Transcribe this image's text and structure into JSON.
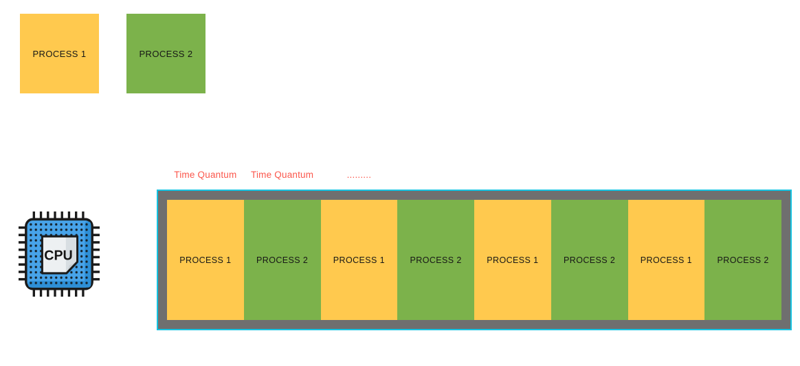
{
  "legend": {
    "process1_label": "PROCESS 1",
    "process2_label": "PROCESS 2"
  },
  "cpu": {
    "label": "CPU"
  },
  "timeline": {
    "quantum_labels": [
      "Time Quantum",
      "Time Quantum",
      "........."
    ],
    "segments": [
      {
        "label": "PROCESS 1",
        "process": "process1"
      },
      {
        "label": "PROCESS 2",
        "process": "process2"
      },
      {
        "label": "PROCESS 1",
        "process": "process1"
      },
      {
        "label": "PROCESS 2",
        "process": "process2"
      },
      {
        "label": "PROCESS 1",
        "process": "process1"
      },
      {
        "label": "PROCESS 2",
        "process": "process2"
      },
      {
        "label": "PROCESS 1",
        "process": "process1"
      },
      {
        "label": "PROCESS 2",
        "process": "process2"
      }
    ]
  },
  "colors": {
    "process1": "#FFC94E",
    "process2": "#7CB24B",
    "track_bg": "#6F6F6F",
    "track_border": "#14C3E2",
    "quantum_text": "#FB574C",
    "cpu_body": "#47A3E9",
    "cpu_body_shade": "#2E8FD6",
    "cpu_plate": "#EDF0F2",
    "cpu_plate_shade": "#D8DEE2",
    "cpu_plate_fold": "#C9D1D6",
    "label_text": "#161616"
  }
}
